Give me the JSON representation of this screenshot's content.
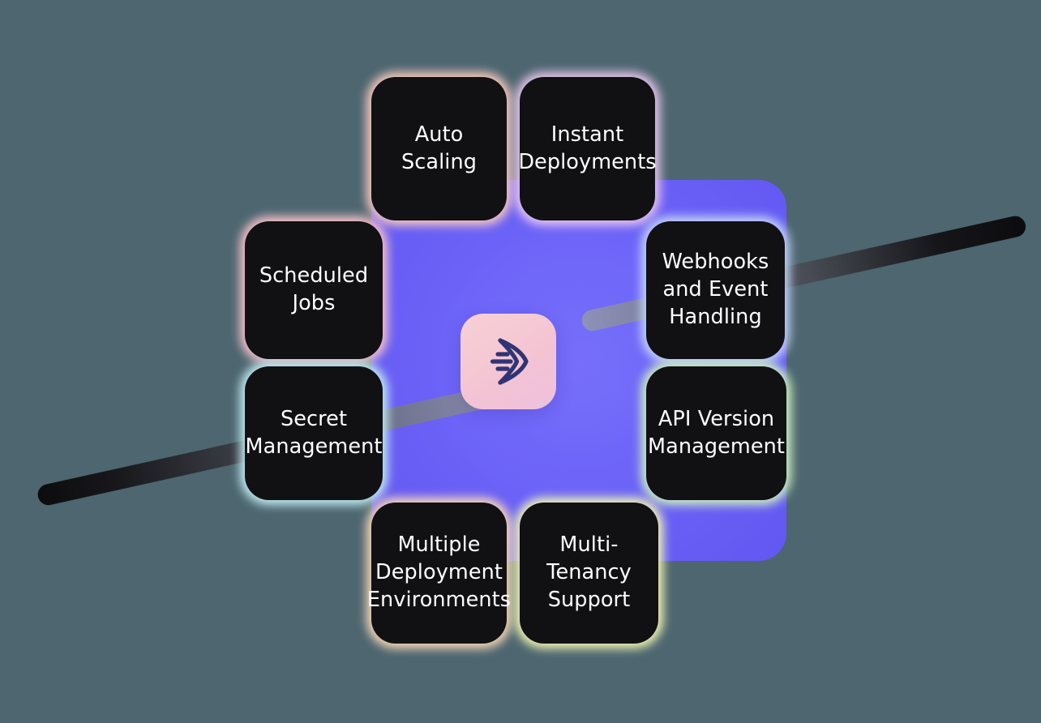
{
  "scene": {
    "name": "feature-capability-grid",
    "background_color": "#4d6670",
    "center_panel_color": "#6a60f6"
  },
  "logo": {
    "icon_name": "speed-arrow-logo",
    "tile_gradient_from": "#f8cfd6",
    "tile_gradient_to": "#eec0dc",
    "mark_color": "#2f3474"
  },
  "streaks": [
    {
      "name": "streak-upper-right",
      "from_color": "#969ca6",
      "to_color": "#0c0c0f"
    },
    {
      "name": "streak-lower-left",
      "from_color": "#0c0c0f",
      "to_color": "#989eaa"
    }
  ],
  "cards": [
    {
      "id": "auto-scaling",
      "label": "Auto\nScaling",
      "glow": "#f9c9bd"
    },
    {
      "id": "instant-deployments",
      "label": "Instant\nDeployments",
      "glow": "#e9c6ee"
    },
    {
      "id": "scheduled-jobs",
      "label": "Scheduled\nJobs",
      "glow": "#f9c2cb"
    },
    {
      "id": "webhooks",
      "label": "Webhooks\nand Event\nHandling",
      "glow": "#c3d4f8"
    },
    {
      "id": "secret-management",
      "label": "Secret\nManagement",
      "glow": "#c2edf2"
    },
    {
      "id": "api-version",
      "label": "API Version\nManagement",
      "glow": "#cdf2bf"
    },
    {
      "id": "multi-deploy-env",
      "label": "Multiple\nDeployment\nEnvironments",
      "glow": "#f9d7b6"
    },
    {
      "id": "multi-tenancy",
      "label": "Multi-Tenancy\nSupport",
      "glow": "#f2f6b3"
    }
  ]
}
